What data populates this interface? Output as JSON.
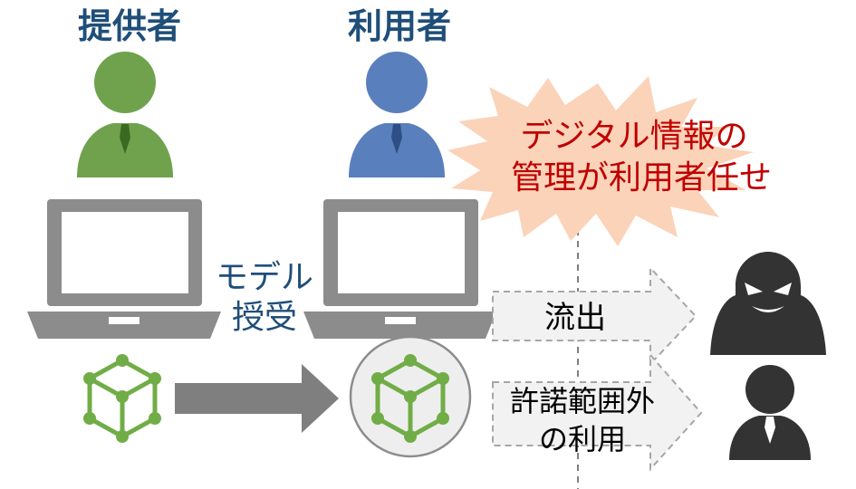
{
  "labels": {
    "provider": "提供者",
    "user": "利用者",
    "model_transfer_line1": "モデル",
    "model_transfer_line2": "授受",
    "burst_line1": "デジタル情報の",
    "burst_line2": "管理が利用者任せ",
    "leak": "流出",
    "out_of_scope_line1": "許諾範囲外",
    "out_of_scope_line2": "の利用"
  },
  "colors": {
    "provider_person": "#70a24e",
    "user_person": "#5a7fbd",
    "label_blue": "#1f4e79",
    "laptop_gray": "#8c8c8c",
    "burst_fill": "#fbd3b9",
    "burst_text": "#c00000",
    "dark_figure": "#333333",
    "model_green": "#70ad47",
    "arrow_fill": "#f2f2f2",
    "arrow_outline": "#a6a6a6"
  },
  "icons": [
    "person-icon",
    "laptop-icon",
    "cube-network-icon",
    "arrow-right-icon",
    "burst-icon",
    "masked-thief-icon"
  ]
}
